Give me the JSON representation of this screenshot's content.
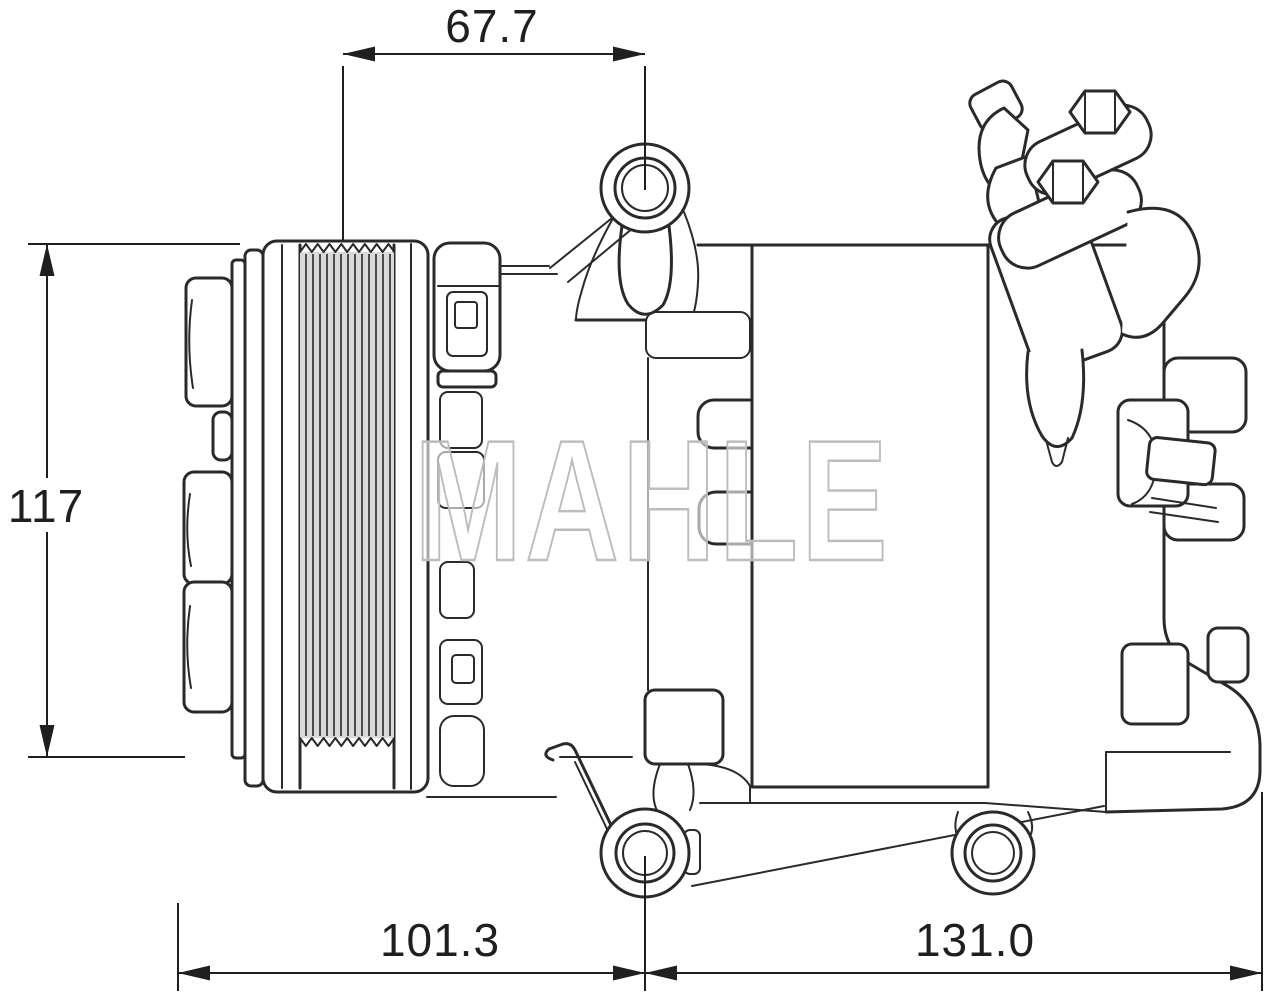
{
  "watermark": {
    "text": "MAHLE"
  },
  "dimensions": {
    "top": {
      "label": "67.7",
      "orientation": "horizontal"
    },
    "left": {
      "label": "117",
      "orientation": "vertical"
    },
    "bottom_left": {
      "label": "101.3",
      "orientation": "horizontal"
    },
    "bottom_right": {
      "label": "131.0",
      "orientation": "horizontal"
    }
  },
  "colors": {
    "line": "#2a2a2a",
    "background": "#ffffff",
    "dimension_text": "#1f1f1f",
    "watermark_stroke": "#bdbdbd",
    "rib_shade": "#d9d9d9"
  }
}
